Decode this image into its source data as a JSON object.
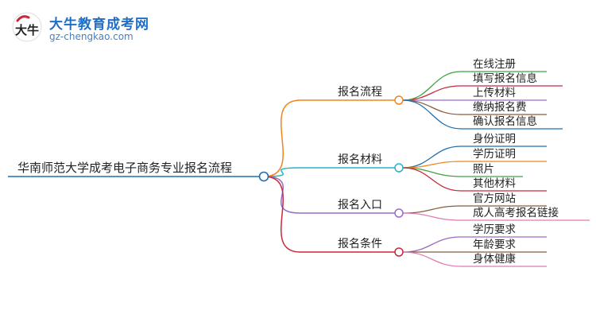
{
  "logo": {
    "mark_text": "大牛",
    "name": "大牛教育成考网",
    "url": "gz-chengkao.com"
  },
  "root": {
    "label": "华南师范大学成考电子商务专业报名流程"
  },
  "branches": [
    {
      "label": "报名流程",
      "color": "#f0851e",
      "leaves": [
        {
          "label": "在线注册",
          "color": "#3fa33f"
        },
        {
          "label": "填写报名信息",
          "color": "#c8293a"
        },
        {
          "label": "上传材料",
          "color": "#9a6bc9"
        },
        {
          "label": "缴纳报名费",
          "color": "#8c5a3c"
        },
        {
          "label": "确认报名信息",
          "color": "#1f6fb0"
        }
      ]
    },
    {
      "label": "报名材料",
      "color": "#26b5c9",
      "leaves": [
        {
          "label": "身份证明",
          "color": "#1f6fb0"
        },
        {
          "label": "学历证明",
          "color": "#f0851e"
        },
        {
          "label": "照片",
          "color": "#3fa33f"
        },
        {
          "label": "其他材料",
          "color": "#c8293a"
        }
      ]
    },
    {
      "label": "报名入口",
      "color": "#9a6bc9",
      "leaves": [
        {
          "label": "官方网站",
          "color": "#8c5a3c"
        },
        {
          "label": "成人高考报名链接",
          "color": "#e07ab0"
        }
      ]
    },
    {
      "label": "报名条件",
      "color": "#c8293a",
      "leaves": [
        {
          "label": "学历要求",
          "color": "#9a6bc9"
        },
        {
          "label": "年龄要求",
          "color": "#8c5a3c"
        },
        {
          "label": "身体健康",
          "color": "#e07ab0"
        }
      ]
    }
  ],
  "root_color": "#1f6fb0"
}
